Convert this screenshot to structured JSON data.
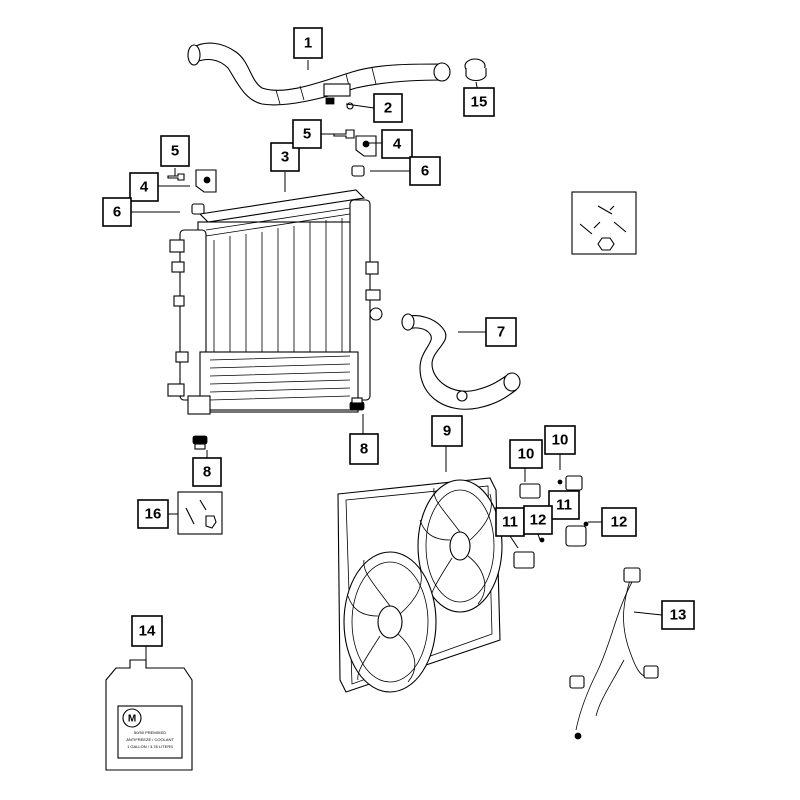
{
  "diagram": {
    "callouts": [
      {
        "id": "c1",
        "label": "1"
      },
      {
        "id": "c2",
        "label": "2"
      },
      {
        "id": "c3",
        "label": "3"
      },
      {
        "id": "c4a",
        "label": "4"
      },
      {
        "id": "c4b",
        "label": "4"
      },
      {
        "id": "c5a",
        "label": "5"
      },
      {
        "id": "c5b",
        "label": "5"
      },
      {
        "id": "c6a",
        "label": "6"
      },
      {
        "id": "c6b",
        "label": "6"
      },
      {
        "id": "c7",
        "label": "7"
      },
      {
        "id": "c8a",
        "label": "8"
      },
      {
        "id": "c8b",
        "label": "8"
      },
      {
        "id": "c9",
        "label": "9"
      },
      {
        "id": "c10a",
        "label": "10"
      },
      {
        "id": "c10b",
        "label": "10"
      },
      {
        "id": "c11a",
        "label": "11"
      },
      {
        "id": "c11b",
        "label": "11"
      },
      {
        "id": "c12a",
        "label": "12"
      },
      {
        "id": "c12b",
        "label": "12"
      },
      {
        "id": "c13",
        "label": "13"
      },
      {
        "id": "c14",
        "label": "14"
      },
      {
        "id": "c15",
        "label": "15"
      },
      {
        "id": "c16",
        "label": "16"
      }
    ],
    "jug_label": {
      "brand_mark": "M",
      "line1": "50/50 PREMIXED",
      "line2": "ANTIFREEZE / COOLANT",
      "line3": "1 GALLON / 3.78 LITERS"
    }
  }
}
